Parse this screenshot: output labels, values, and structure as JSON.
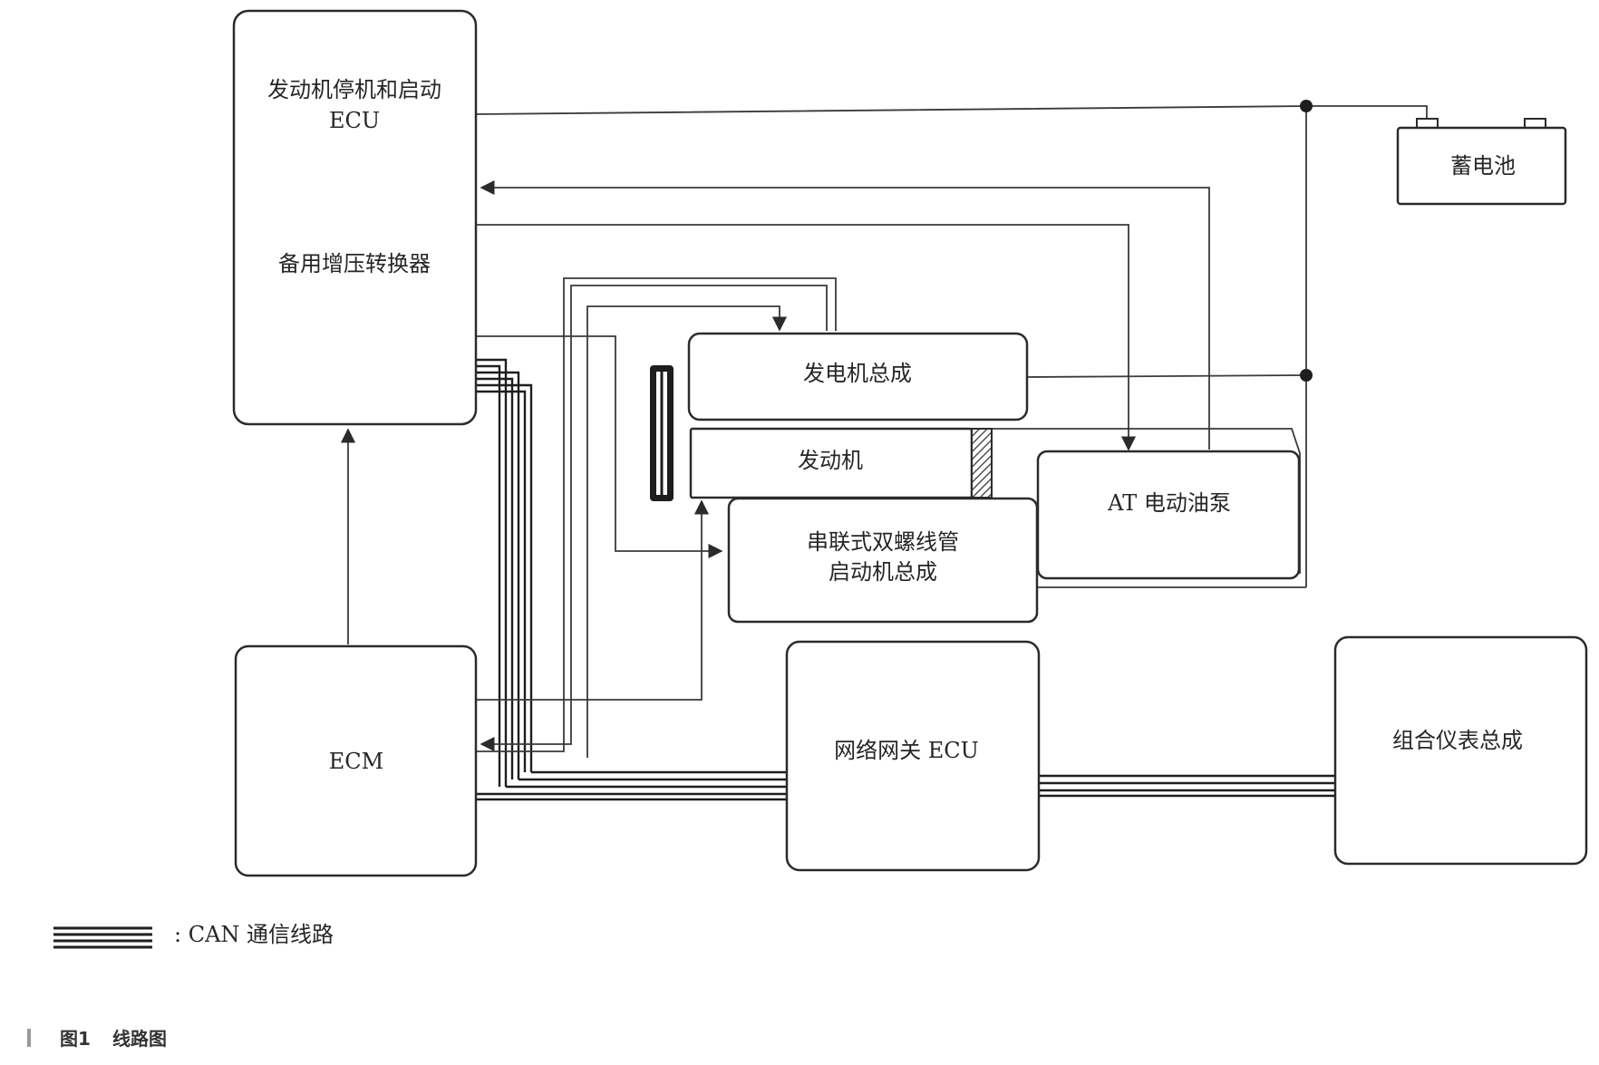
{
  "components": {
    "stop_start_ecu": {
      "line1": "发动机停机和启动",
      "line2": "ECU",
      "sub": "备用增压转换器"
    },
    "battery": {
      "label": "蓄电池"
    },
    "generator": {
      "label": "发电机总成"
    },
    "engine": {
      "label": "发动机"
    },
    "starter": {
      "line1": "串联式双螺线管",
      "line2": "启动机总成"
    },
    "at_pump": {
      "label": "AT 电动油泵"
    },
    "ecm": {
      "label": "ECM"
    },
    "gateway": {
      "label": "网络网关 ECU"
    },
    "meter": {
      "label": "组合仪表总成"
    }
  },
  "legend": {
    "can_label": ": CAN 通信线路"
  },
  "caption": {
    "figure_no": "图1",
    "title": "线路图"
  },
  "colors": {
    "line": "#2b2b2b",
    "background": "#ffffff"
  }
}
